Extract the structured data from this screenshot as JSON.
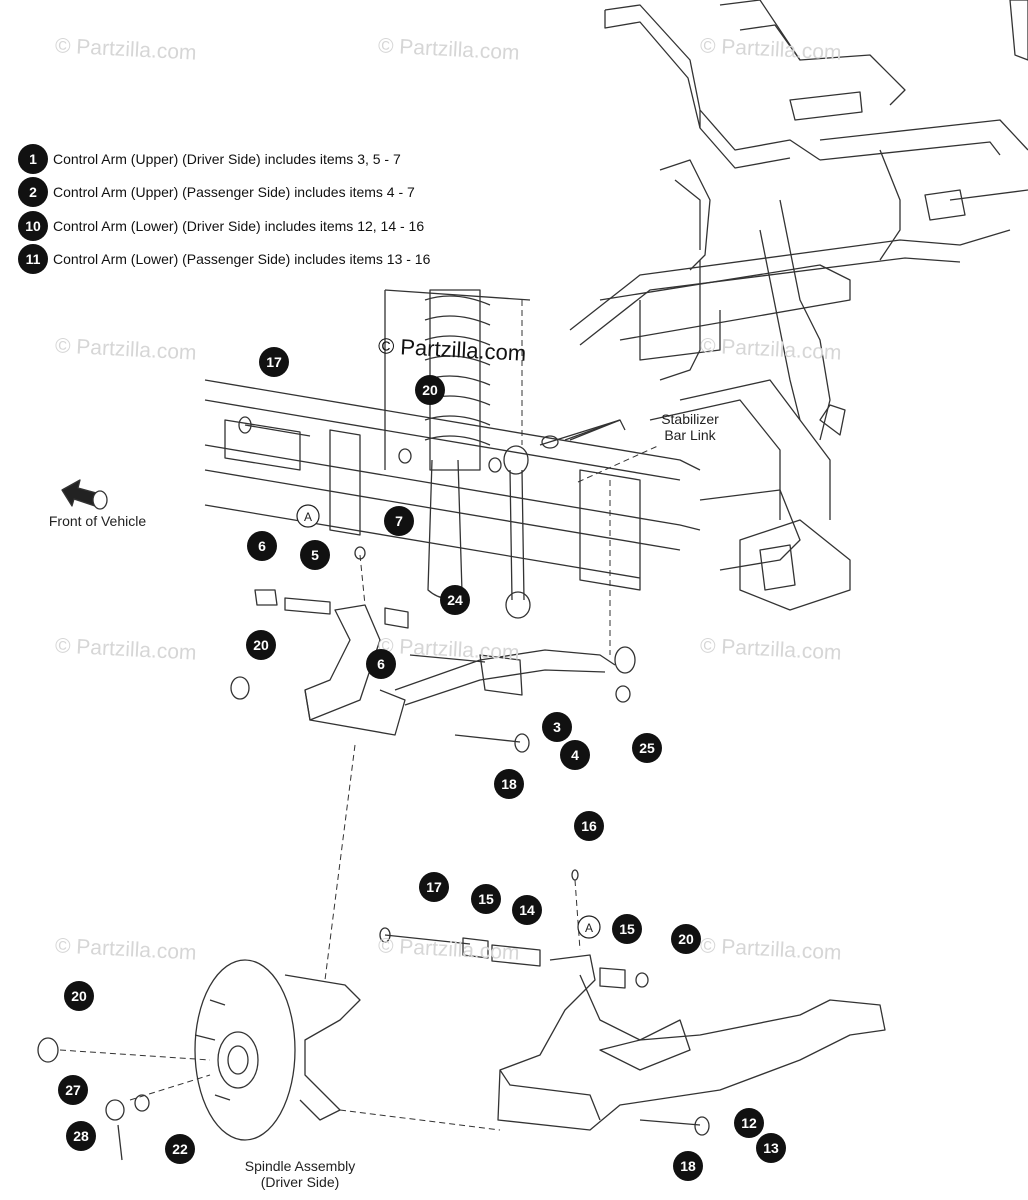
{
  "legend": [
    {
      "num": "1",
      "text": "Control Arm (Upper) (Driver Side) includes items 3, 5 - 7"
    },
    {
      "num": "2",
      "text": "Control Arm (Upper) (Passenger Side) includes items 4 - 7"
    },
    {
      "num": "10",
      "text": "Control Arm (Lower) (Driver Side) includes items 12, 14 - 16"
    },
    {
      "num": "11",
      "text": "Control Arm (Lower) (Passenger Side) includes items 13 - 16"
    }
  ],
  "labels": {
    "stabilizer_line1": "Stabilizer",
    "stabilizer_line2": "Bar Link",
    "front_of_vehicle": "Front of Vehicle",
    "spindle_line1": "Spindle Assembly",
    "spindle_line2": "(Driver Side)",
    "ref_a": "A"
  },
  "watermark": {
    "text": "© Partzilla.com"
  },
  "callouts": [
    "17",
    "20",
    "7",
    "6",
    "5",
    "24",
    "20",
    "6",
    "3",
    "4",
    "25",
    "18",
    "16",
    "17",
    "15",
    "14",
    "15",
    "20",
    "20",
    "27",
    "22",
    "28",
    "12",
    "13",
    "18"
  ]
}
